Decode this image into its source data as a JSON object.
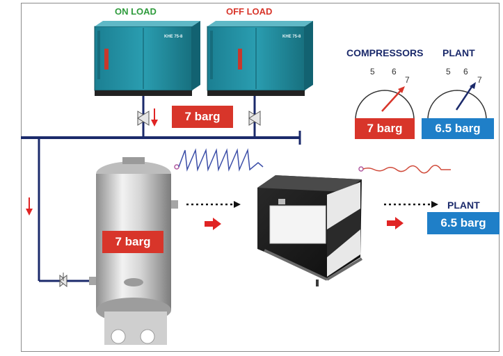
{
  "compressors": {
    "left_status": "ON LOAD",
    "right_status": "OFF LOAD",
    "model_label": "KHE 75-8",
    "pressure": "7 barg",
    "colors": {
      "on_load": "#2e9b3c",
      "off_load": "#d8352a",
      "body": "#1f8fa0"
    }
  },
  "gauges": {
    "compressors": {
      "title": "COMPRESSORS",
      "ticks": [
        "5",
        "6",
        "7"
      ],
      "value": "7 barg",
      "needle_color": "#d8352a"
    },
    "plant": {
      "title": "PLANT",
      "ticks": [
        "5",
        "6",
        "7"
      ],
      "value": "6.5 barg",
      "needle_color": "#1b2a6b"
    }
  },
  "receiver": {
    "pressure": "7 barg"
  },
  "plant_outlet": {
    "title": "PLANT",
    "pressure": "6.5 barg"
  },
  "colors": {
    "pipe": "#1b2a6b",
    "badge_red": "#d8352a",
    "badge_blue": "#1f7fc8",
    "arrow": "#e02424"
  }
}
